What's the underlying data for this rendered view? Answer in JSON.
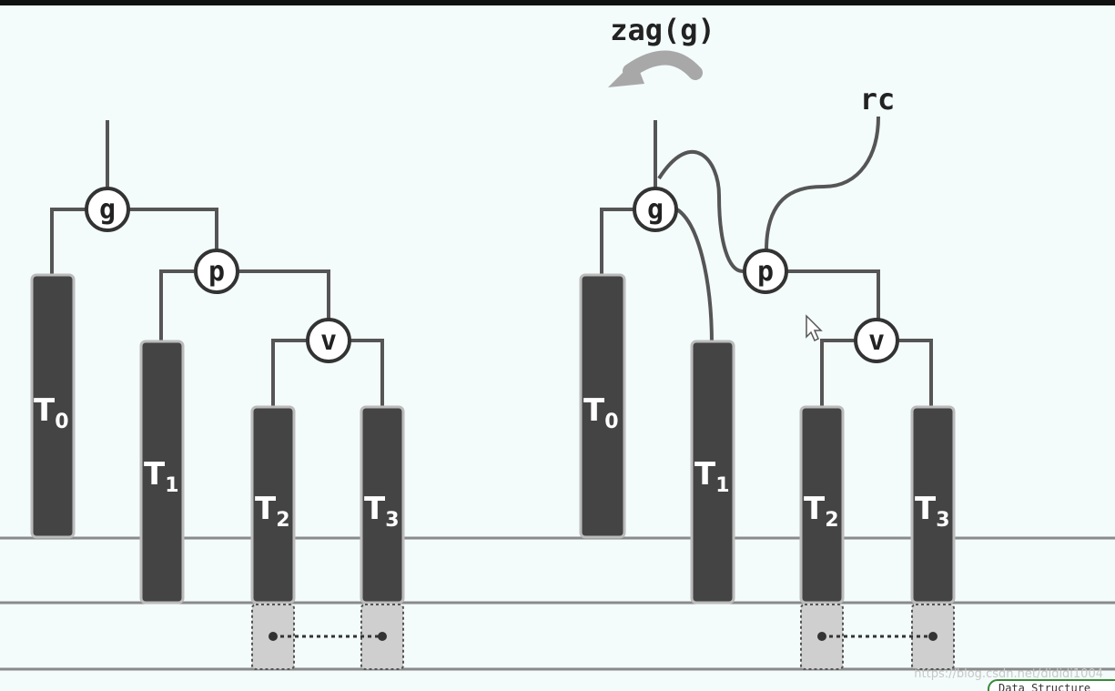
{
  "operation_label": "zag(g)",
  "pointer_label": "rc",
  "nodes": {
    "g": "g",
    "p": "p",
    "v": "v"
  },
  "subtrees": [
    {
      "base": "T",
      "sub": "0"
    },
    {
      "base": "T",
      "sub": "1"
    },
    {
      "base": "T",
      "sub": "2"
    },
    {
      "base": "T",
      "sub": "3"
    }
  ],
  "watermark": "https://blog.csdn.net/dididi1004",
  "badge": "Data Structure"
}
